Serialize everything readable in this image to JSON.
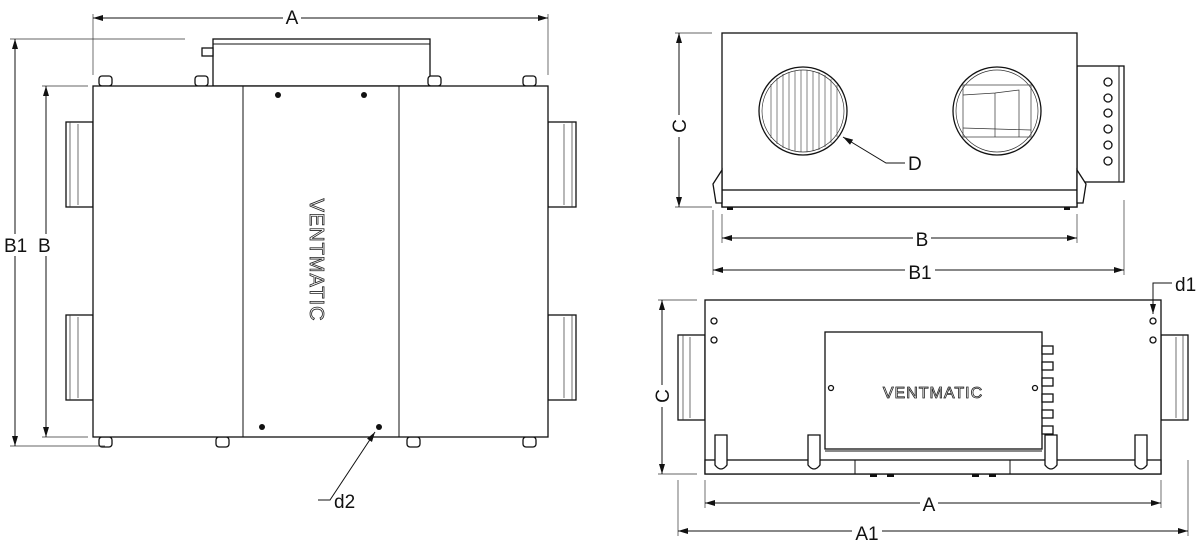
{
  "brand": "VENTMATIC",
  "colors": {
    "line": "#111111",
    "background": "#ffffff"
  },
  "top_view": {
    "dim_width": "A",
    "dim_depth_overall": "B1",
    "dim_depth": "B",
    "drain_label": "d2",
    "logo": "VENTMATIC"
  },
  "side_view": {
    "dim_height": "C",
    "duct_label": "D",
    "dim_depth": "B",
    "dim_depth_overall": "B1"
  },
  "front_view": {
    "hole_label": "d1",
    "dim_height": "C",
    "dim_width": "A",
    "dim_width_overall": "A1",
    "logo": "VENTMATIC"
  }
}
